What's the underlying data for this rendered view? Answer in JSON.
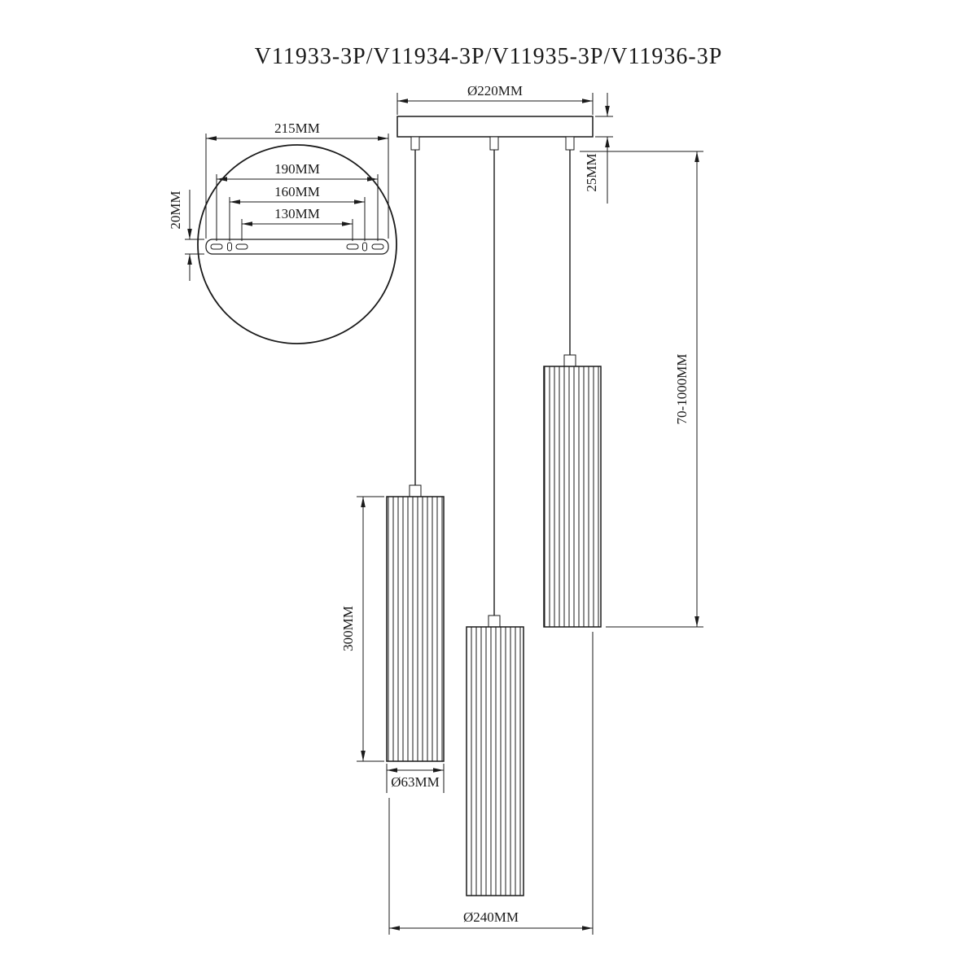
{
  "title": "V11933-3P/V11934-3P/V11935-3P/V11936-3P",
  "colors": {
    "line": "#1a1a1a",
    "background": "#ffffff"
  },
  "detail_view": {
    "plate_width": "215MM",
    "hole_span_outer": "190MM",
    "hole_span_middle": "160MM",
    "hole_span_inner": "130MM",
    "plate_depth": "20MM"
  },
  "main_view": {
    "canopy_diameter": "Ø220MM",
    "canopy_height": "25MM",
    "suspension_range": "70-1000MM",
    "shade_length": "300MM",
    "shade_diameter": "Ø63MM",
    "overall_diameter": "Ø240MM"
  }
}
